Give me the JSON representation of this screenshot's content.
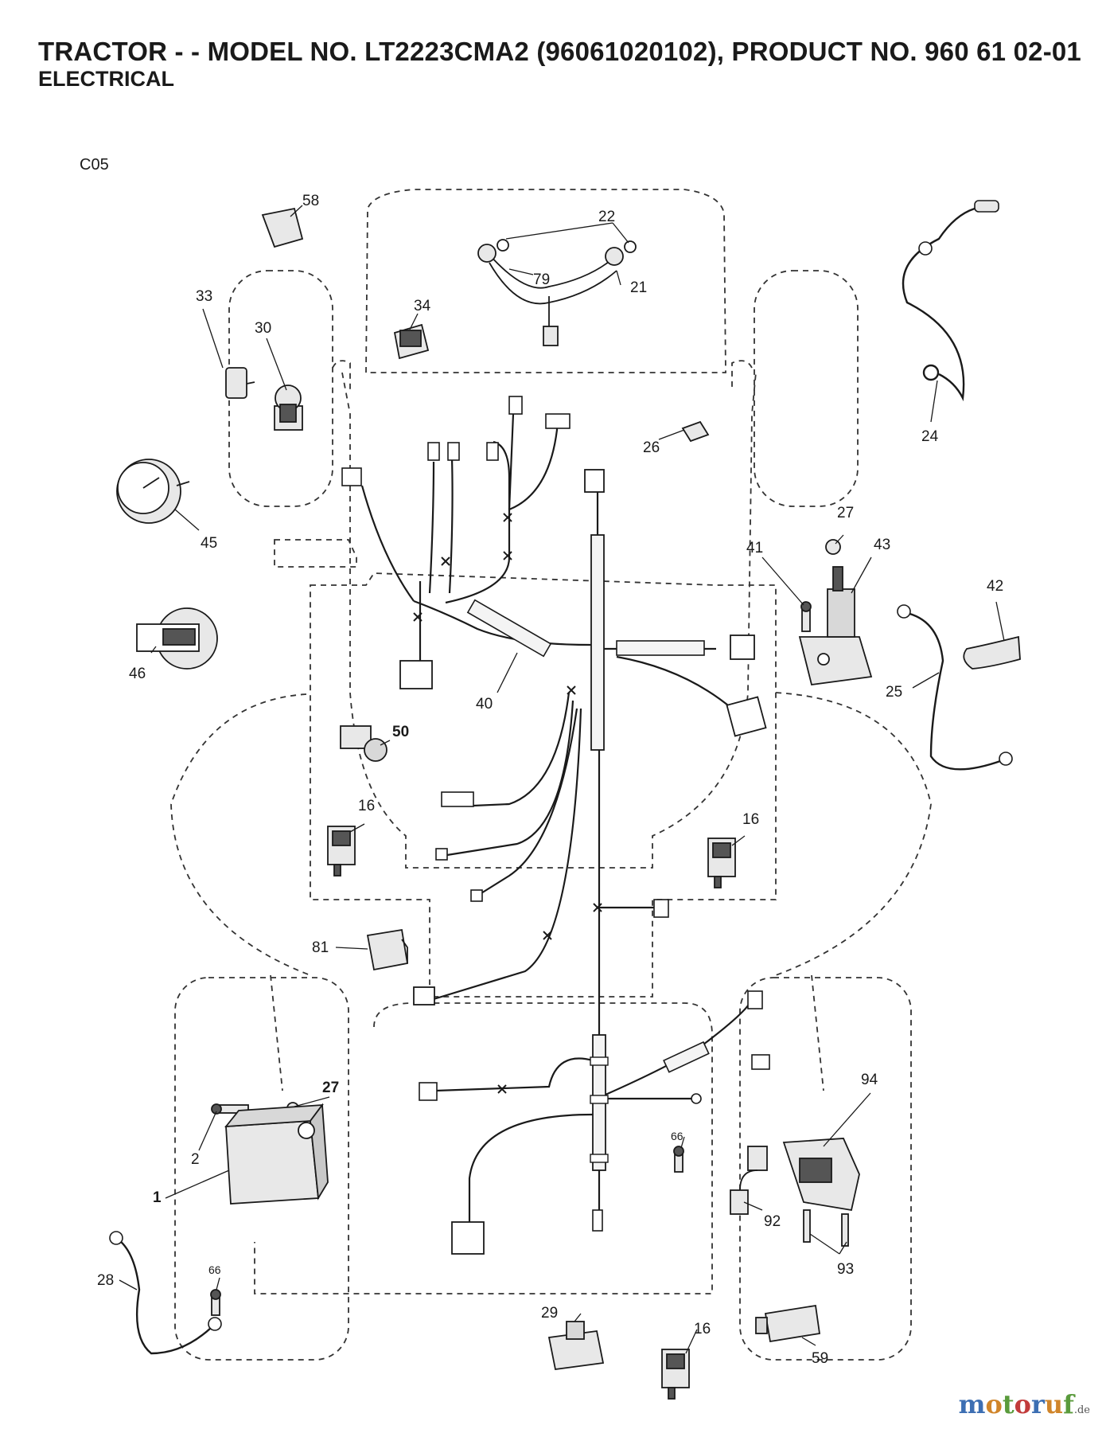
{
  "header": {
    "title": "TRACTOR - - MODEL NO. LT2223CMA2 (96061020102), PRODUCT NO. 960 61 02-01",
    "subtitle": "ELECTRICAL",
    "diagram_code": "C05"
  },
  "callouts": {
    "p58": "58",
    "p22": "22",
    "p79": "79",
    "p21": "21",
    "p33": "33",
    "p30": "30",
    "p34": "34",
    "p24": "24",
    "p26": "26",
    "p45": "45",
    "p27a": "27",
    "p41": "41",
    "p43": "43",
    "p42": "42",
    "p46": "46",
    "p40": "40",
    "p25": "25",
    "p50": "50",
    "p16a": "16",
    "p16b": "16",
    "p81": "81",
    "p27b": "27",
    "p2": "2",
    "p1": "1",
    "p94": "94",
    "p66a": "66",
    "p92": "92",
    "p93": "93",
    "p28": "28",
    "p66b": "66",
    "p29": "29",
    "p16c": "16",
    "p59": "59"
  },
  "watermark": {
    "letters": [
      "m",
      "o",
      "t",
      "o",
      "r",
      "u",
      "f"
    ],
    "tld": ".de"
  },
  "colors": {
    "line": "#1a1a1a",
    "dashed_outline": "#333333",
    "part_fill": "#e8e8e8",
    "part_dark": "#555555"
  }
}
